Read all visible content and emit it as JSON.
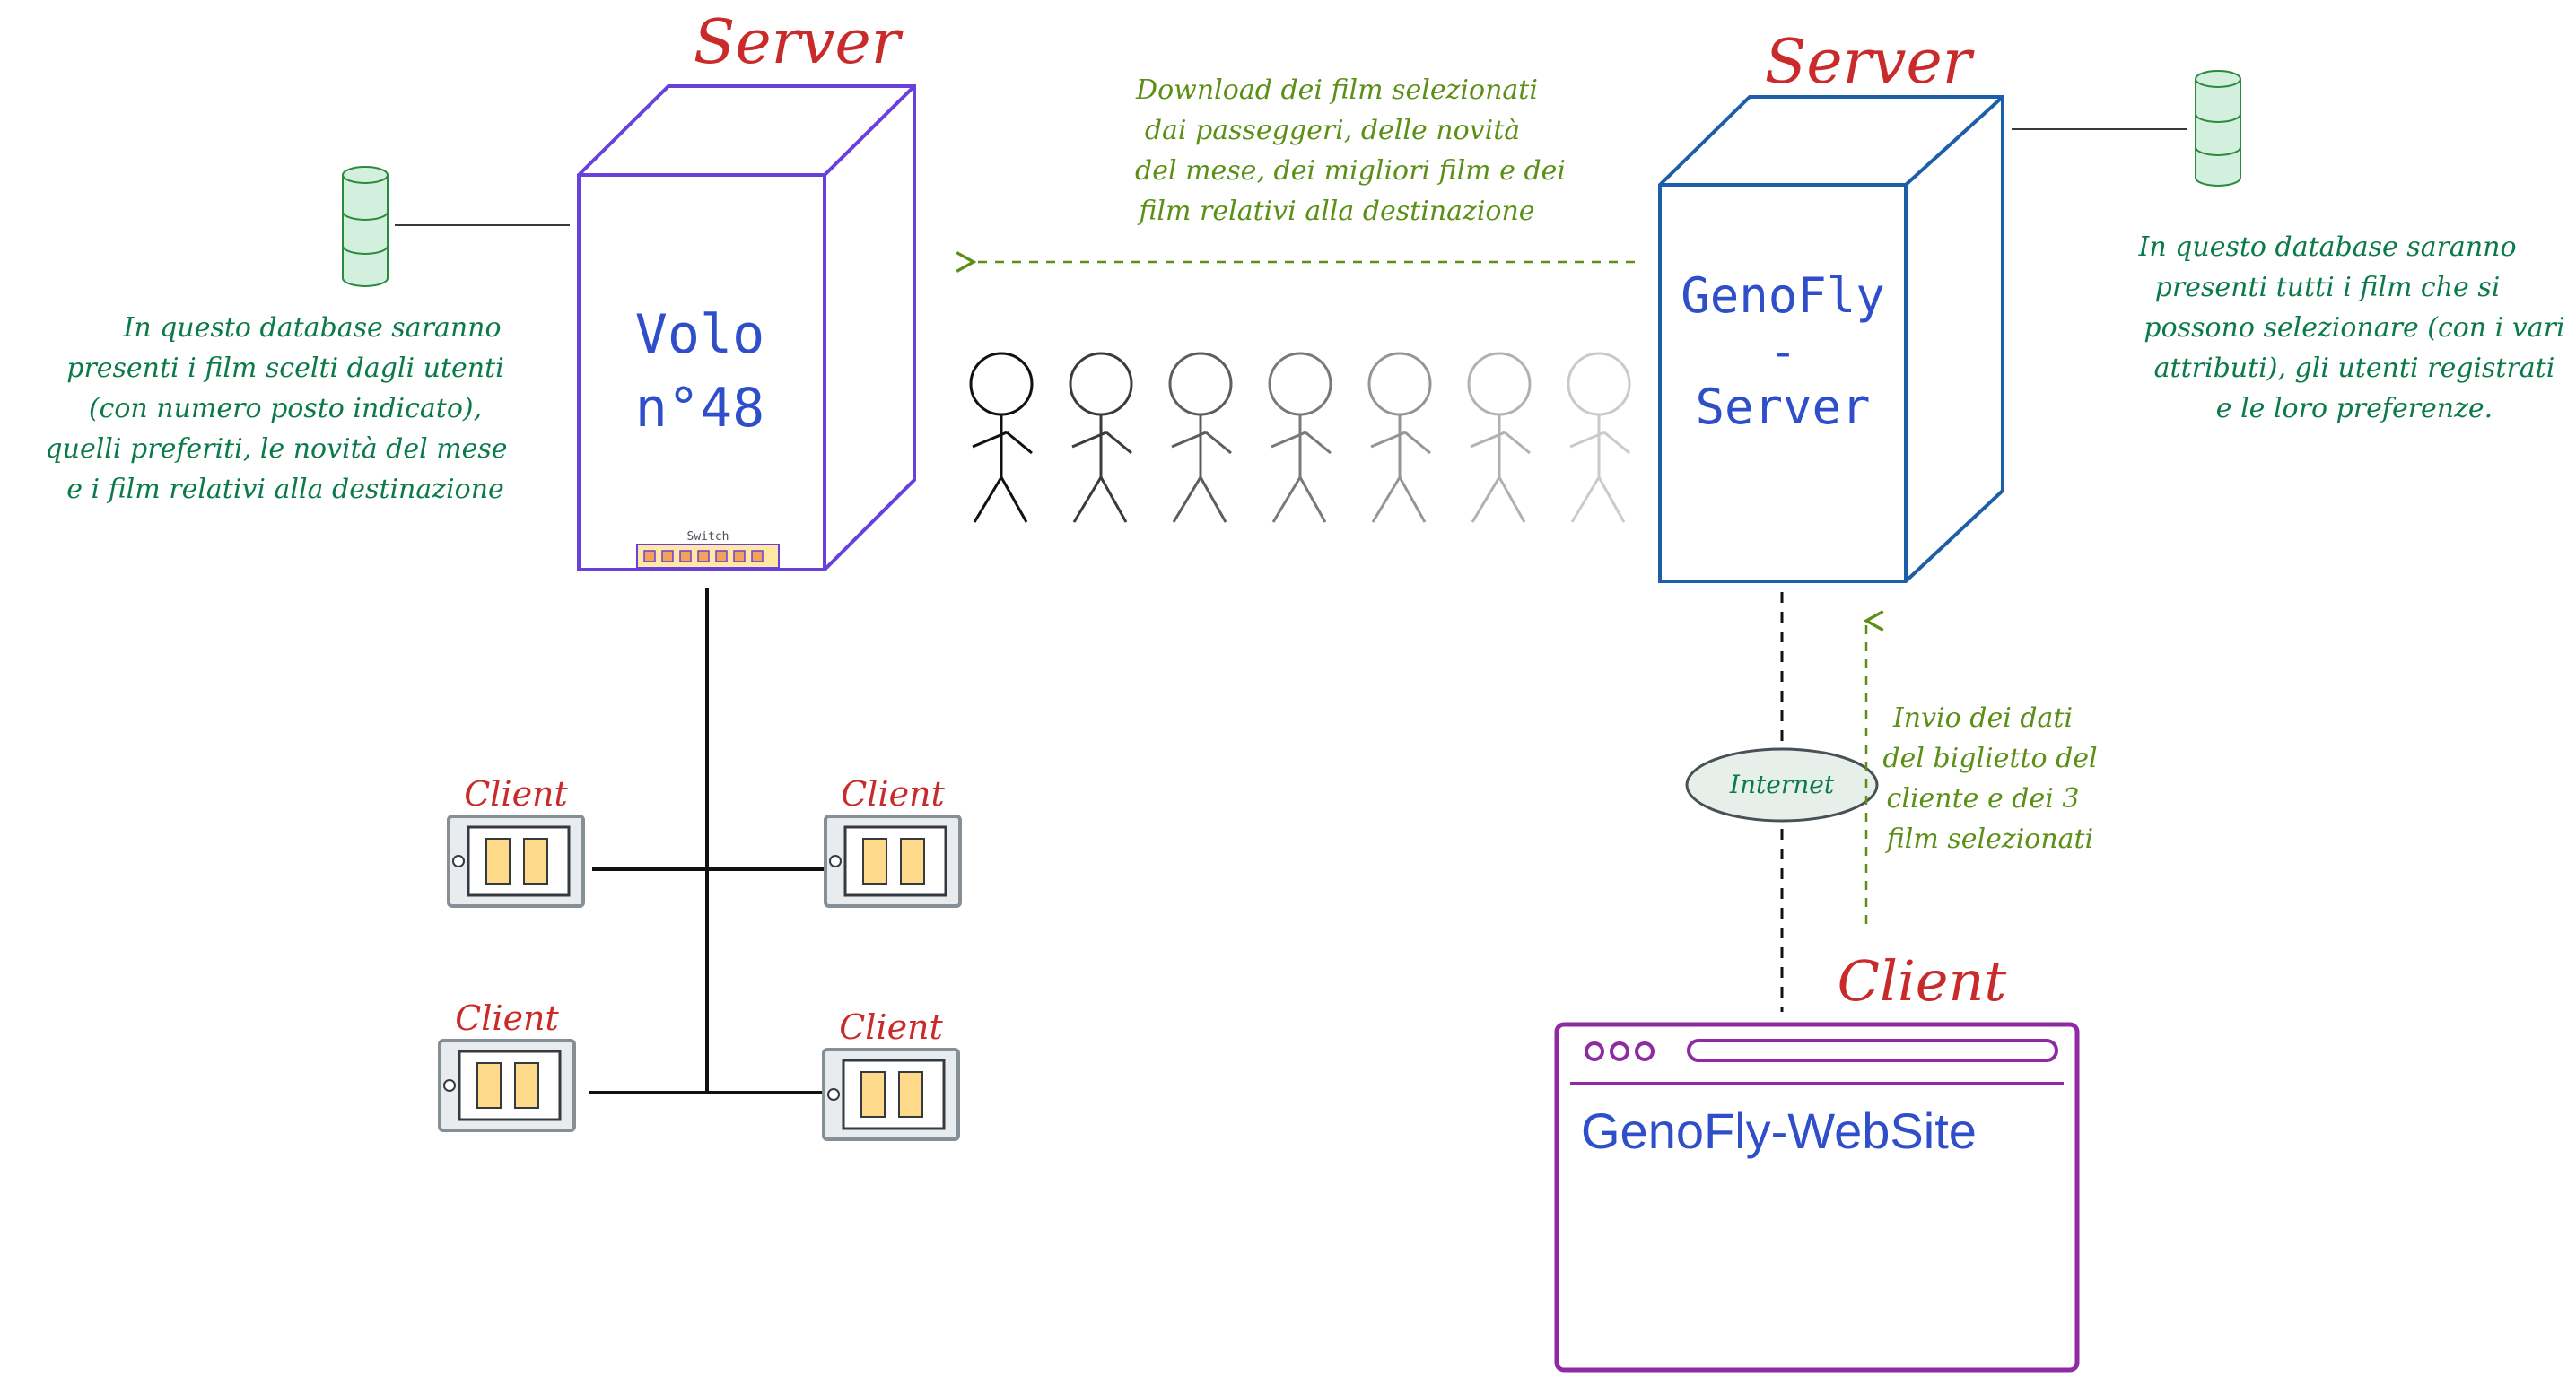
{
  "colors": {
    "red_title": "#c92a2a",
    "green_note": "#0b7a4a",
    "olive_note": "#5b8f16",
    "purple": "#6741d9",
    "blue": "#1c5ea8",
    "text_blue": "#2f4ec9",
    "client_purple": "#8f2aa3",
    "device_gray": "#868e96",
    "device_fill": "#e9ecef",
    "screen_yellow": "#ffd98a",
    "db_green": "#d3f0de",
    "ellipse_fill": "#e6efe9"
  },
  "left_server": {
    "title": "Server",
    "name_line1": "Volo",
    "name_line2": "n°48",
    "switch_label": "Switch",
    "db_icon": "database-icon",
    "db_note": [
      "In questo database saranno",
      "presenti i film scelti dagli utenti",
      "(con numero posto indicato),",
      "quelli preferiti, le novità del mese",
      "e i film relativi alla destinazione"
    ]
  },
  "right_server": {
    "title": "Server",
    "name_line1": "GenoFly",
    "name_line2": "-",
    "name_line3": "Server",
    "db_icon": "database-icon",
    "db_note": [
      "In questo database saranno",
      "presenti tutti i film che si",
      "possono selezionare (con i vari",
      "attributi), gli utenti registrati",
      "e le loro preferenze."
    ]
  },
  "download_note": [
    "Download dei film selezionati",
    "dai passeggeri, delle novità",
    "del mese, dei migliori film e dei",
    "film relativi alla destinazione"
  ],
  "send_note": [
    "Invio dei dati",
    "del biglietto del",
    "cliente e dei 3",
    "film selezionati"
  ],
  "internet_label": "Internet",
  "tablet_clients": [
    {
      "label": "Client"
    },
    {
      "label": "Client"
    },
    {
      "label": "Client"
    },
    {
      "label": "Client"
    }
  ],
  "web_client": {
    "title": "Client",
    "site_name": "GenoFly-WebSite"
  },
  "passengers_icon": "stick-figure-icon"
}
